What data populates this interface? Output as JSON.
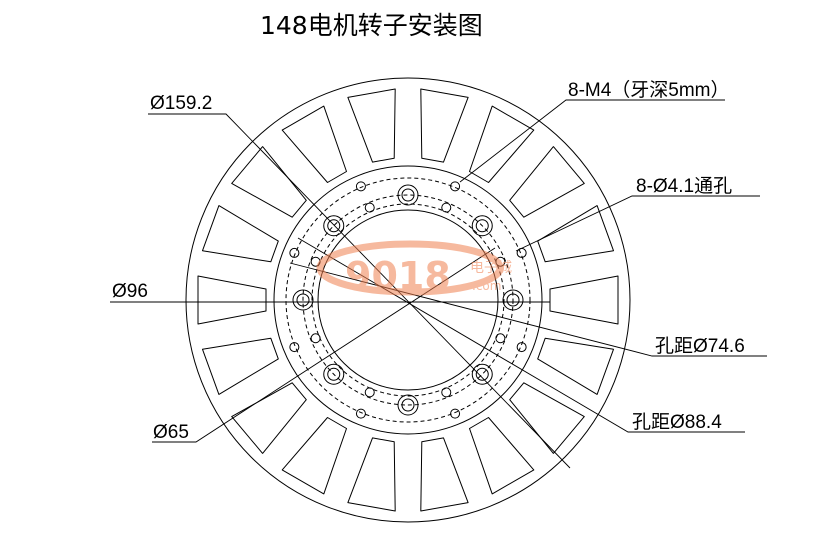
{
  "title": "148电机转子安装图",
  "dimensions": {
    "outer_diameter": "Ø159.2",
    "rim_diameter": "Ø96",
    "bore_diameter": "Ø65",
    "threaded_holes": "8-M4（牙深5mm）",
    "through_holes": "8-Ø4.1通孔",
    "pitch_small": "孔距Ø74.6",
    "pitch_large": "孔距Ø88.4"
  },
  "features": {
    "slot_count": 18,
    "large_hole_count": 8,
    "threaded_hole_count": 8,
    "through_hole_count": 8
  },
  "watermark": {
    "text": "9018",
    "subtext": "电子城",
    "domain": ".com",
    "color": "#f08050"
  }
}
